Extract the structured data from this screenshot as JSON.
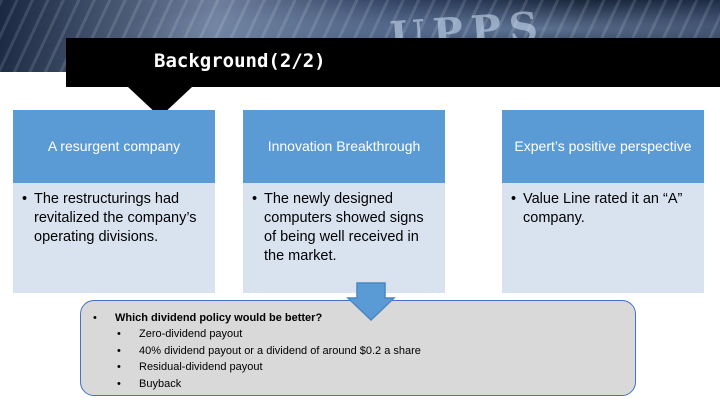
{
  "slide": {
    "title": "Background(2/2)"
  },
  "banner": {
    "text": "UPPS"
  },
  "columns": [
    {
      "header": "A resurgent company",
      "bullet": "The restructurings had revitalized the company’s operating divisions."
    },
    {
      "header": "Innovation Breakthrough",
      "bullet": "The newly designed computers showed  signs of being well received in the market."
    },
    {
      "header": "Expert’s positive perspective",
      "bullet": "Value Line rated it an “A” company."
    }
  ],
  "question_box": {
    "question": "Which dividend policy would be better?",
    "options": [
      "Zero-dividend payout",
      "40% dividend payout or a dividend of around $0.2 a share",
      "Residual-dividend payout",
      "Buyback"
    ]
  },
  "colors": {
    "header_blue": "#5b9bd5",
    "body_blue": "#d9e3f0",
    "title_bar": "#000000",
    "box_gray": "#d9d9d9",
    "box_border": "#4472c4"
  },
  "icons": {
    "bullet": "•",
    "down_arrow": "down-arrow-icon"
  }
}
